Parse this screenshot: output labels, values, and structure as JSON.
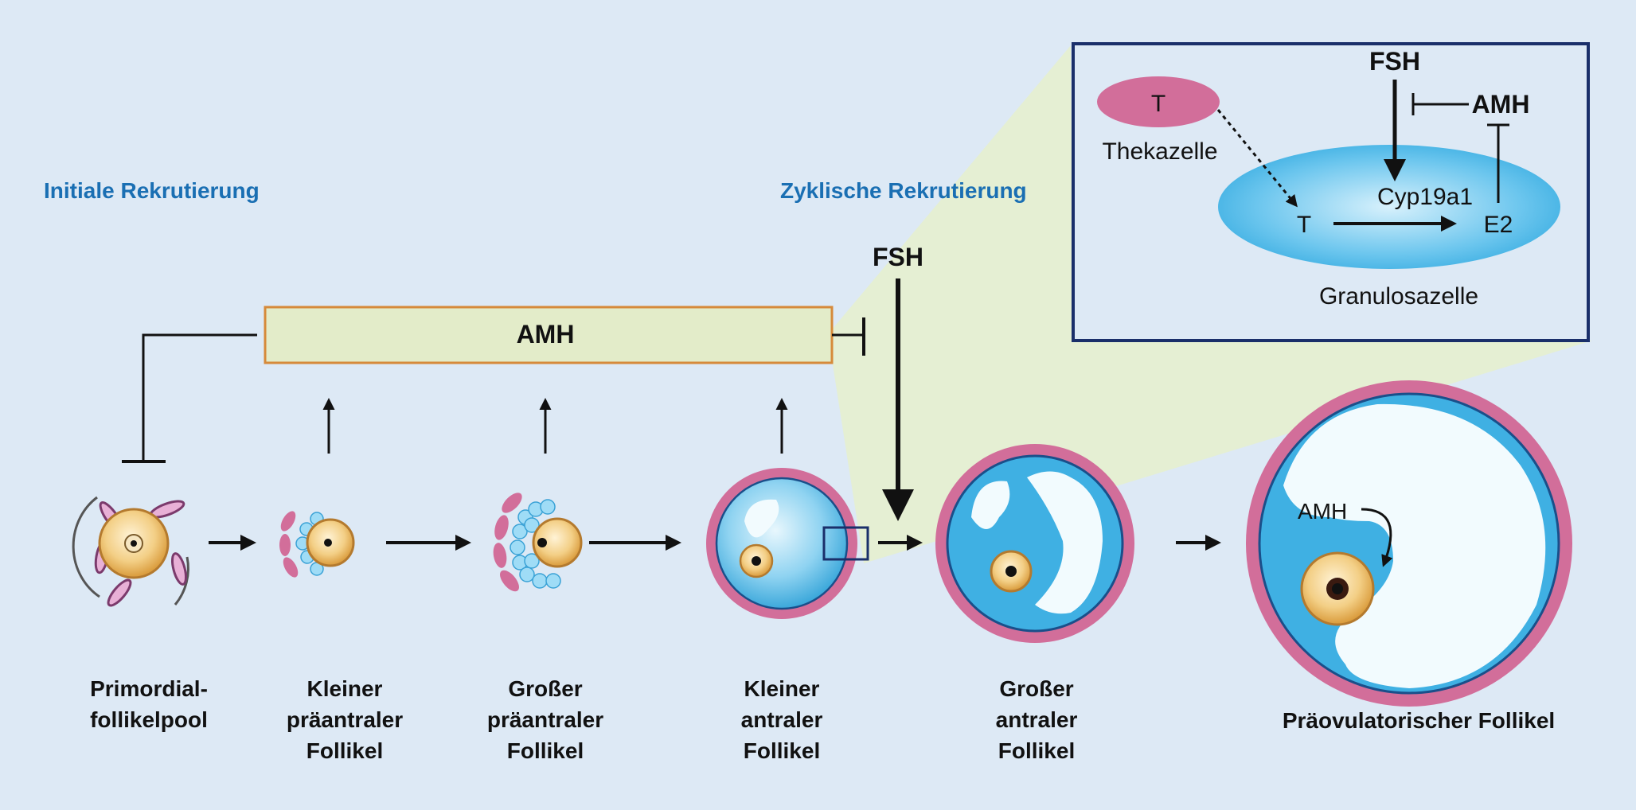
{
  "headings": {
    "initial": "Initiale Rekrutierung",
    "cyclic": "Zyklische Rekrutierung"
  },
  "amh_bar": {
    "label": "AMH"
  },
  "fsh_main": {
    "label": "FSH"
  },
  "stages": [
    {
      "lines": [
        "Primordial-",
        "follikelpool"
      ]
    },
    {
      "lines": [
        "Kleiner",
        "präantraler",
        "Follikel"
      ]
    },
    {
      "lines": [
        "Großer",
        "präantraler",
        "Follikel"
      ]
    },
    {
      "lines": [
        "Kleiner",
        "antraler",
        "Follikel"
      ]
    },
    {
      "lines": [
        "Großer",
        "antraler",
        "Follikel"
      ]
    },
    {
      "lines": [
        "Präovulatorischer Follikel"
      ]
    }
  ],
  "preovulatory_amh": "AMH",
  "inset": {
    "fsh": "FSH",
    "amh": "AMH",
    "theca_t": "T",
    "theca_label": "Thekazelle",
    "granulosa_t": "T",
    "enzyme": "Cyp19a1",
    "e2": "E2",
    "granulosa_label": "Granulosazelle"
  },
  "colors": {
    "background": "#dde9f5",
    "heading_blue": "#1a6fb3",
    "amh_bar_fill": "#e3ecc9",
    "amh_bar_border": "#d68a3a",
    "theca_pink": "#d26e9a",
    "follicle_blue": "#3fb0e3",
    "oocyte_gold": "#eab15a"
  }
}
